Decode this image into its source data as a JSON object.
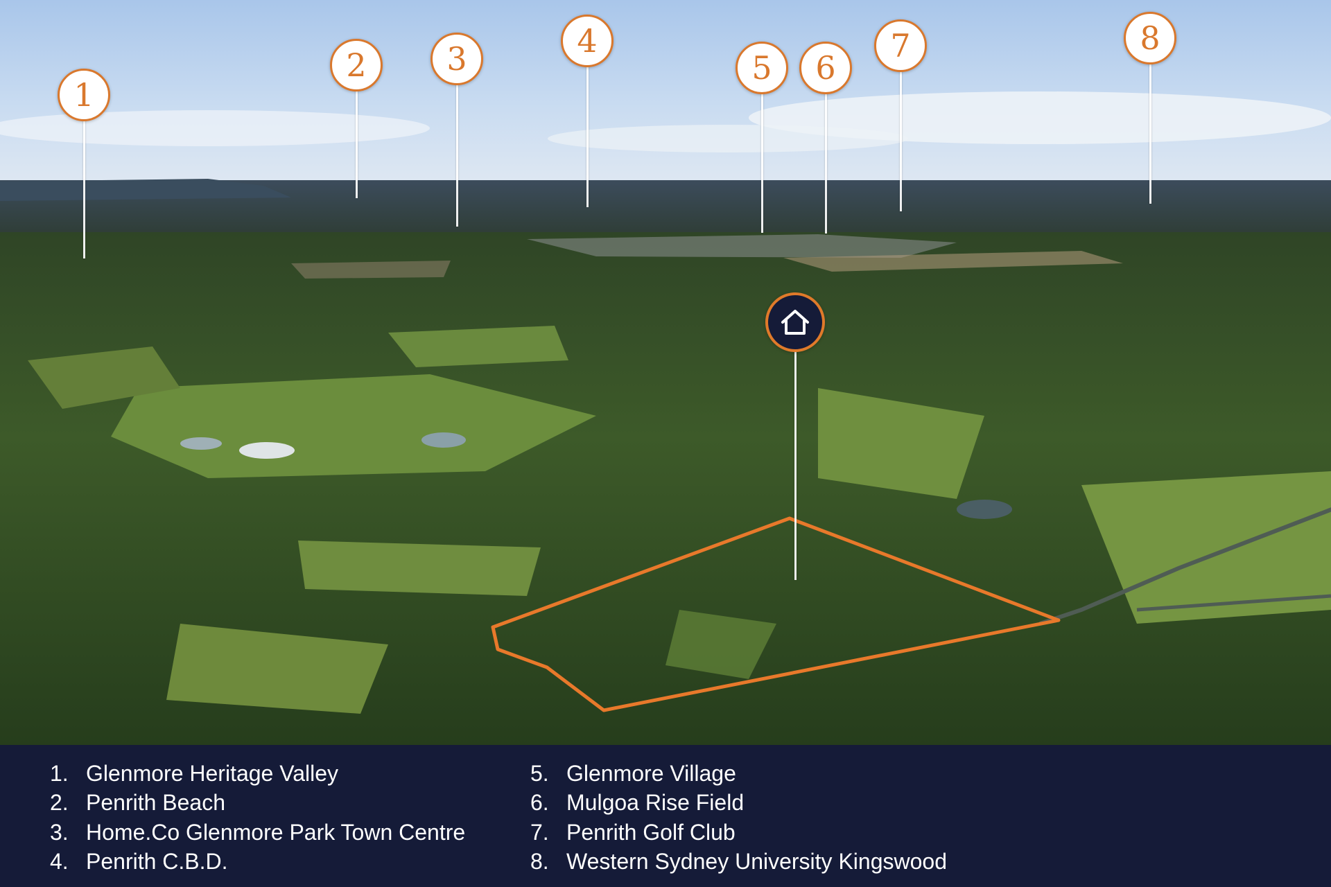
{
  "colors": {
    "accent": "#d9782d",
    "home_badge_bg": "#151b38",
    "legend_bg": "#151b38",
    "legend_text": "#ffffff",
    "boundary": "#e8792b"
  },
  "markers": [
    {
      "label": "1"
    },
    {
      "label": "2"
    },
    {
      "label": "3"
    },
    {
      "label": "4"
    },
    {
      "label": "5"
    },
    {
      "label": "6"
    },
    {
      "label": "7"
    },
    {
      "label": "8"
    }
  ],
  "home_marker": {
    "icon": "house-icon"
  },
  "legend": {
    "items": [
      {
        "num": "1.",
        "text": "Glenmore Heritage Valley"
      },
      {
        "num": "2.",
        "text": "Penrith Beach"
      },
      {
        "num": "3.",
        "text": "Home.Co Glenmore Park Town Centre"
      },
      {
        "num": "4.",
        "text": "Penrith C.B.D."
      },
      {
        "num": "5.",
        "text": "Glenmore Village"
      },
      {
        "num": "6.",
        "text": "Mulgoa Rise Field"
      },
      {
        "num": "7.",
        "text": "Penrith Golf Club"
      },
      {
        "num": "8.",
        "text": "Western Sydney University Kingswood"
      }
    ]
  }
}
